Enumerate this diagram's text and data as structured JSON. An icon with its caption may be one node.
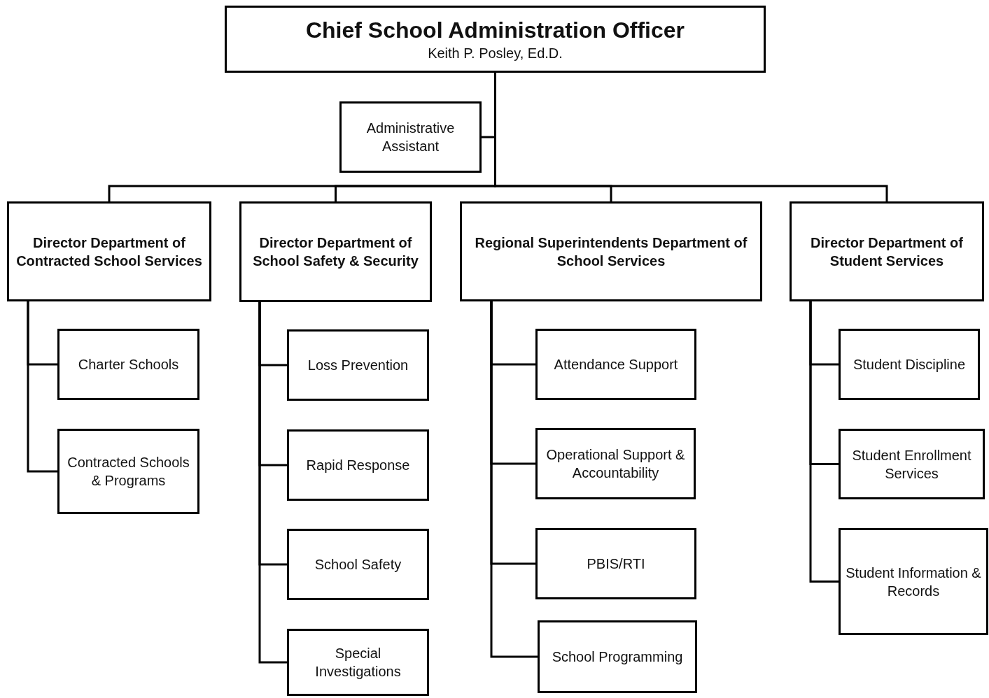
{
  "diagram": {
    "nodes": [
      {
        "text": [
          "Chief School Administration Officer",
          "Keith P. Posley, Ed.D."
        ]
      },
      {
        "text": [
          "Administrative Assistant"
        ]
      },
      {
        "text": [
          "Director Department of Contracted School Services"
        ]
      },
      {
        "text": [
          "Director Department of School Safety & Security"
        ]
      },
      {
        "text": [
          "Regional Superintendents Department of School Services"
        ]
      },
      {
        "text": [
          "Director Department of Student Services"
        ]
      },
      {
        "text": [
          "Charter Schools"
        ]
      },
      {
        "text": [
          "Contracted Schools & Programs"
        ]
      },
      {
        "text": [
          "Loss Prevention"
        ]
      },
      {
        "text": [
          "Rapid Response"
        ]
      },
      {
        "text": [
          "School Safety"
        ]
      },
      {
        "text": [
          "Special Investigations"
        ]
      },
      {
        "text": [
          "Attendance Support"
        ]
      },
      {
        "text": [
          "Operational Support & Accountability"
        ]
      },
      {
        "text": [
          "PBIS/RTI"
        ]
      },
      {
        "text": [
          "School Programming"
        ]
      },
      {
        "text": [
          "Student Discipline"
        ]
      },
      {
        "text": [
          "Student Enrollment Services"
        ]
      },
      {
        "text": [
          "Student Information & Records"
        ]
      }
    ],
    "edges": [
      {
        "from": 0,
        "to": 1,
        "arrow": "none"
      },
      {
        "from": 0,
        "to": 2,
        "arrow": "none"
      },
      {
        "from": 0,
        "to": 3,
        "arrow": "none"
      },
      {
        "from": 0,
        "to": 4,
        "arrow": "none"
      },
      {
        "from": 0,
        "to": 5,
        "arrow": "none"
      },
      {
        "from": 2,
        "to": 6,
        "arrow": "none"
      },
      {
        "from": 2,
        "to": 7,
        "arrow": "none"
      },
      {
        "from": 3,
        "to": 8,
        "arrow": "none"
      },
      {
        "from": 3,
        "to": 9,
        "arrow": "none"
      },
      {
        "from": 3,
        "to": 10,
        "arrow": "none"
      },
      {
        "from": 3,
        "to": 11,
        "arrow": "none"
      },
      {
        "from": 4,
        "to": 12,
        "arrow": "none"
      },
      {
        "from": 4,
        "to": 13,
        "arrow": "none"
      },
      {
        "from": 4,
        "to": 14,
        "arrow": "none"
      },
      {
        "from": 4,
        "to": 15,
        "arrow": "none"
      },
      {
        "from": 5,
        "to": 16,
        "arrow": "none"
      },
      {
        "from": 5,
        "to": 17,
        "arrow": "none"
      },
      {
        "from": 5,
        "to": 18,
        "arrow": "none"
      }
    ]
  }
}
